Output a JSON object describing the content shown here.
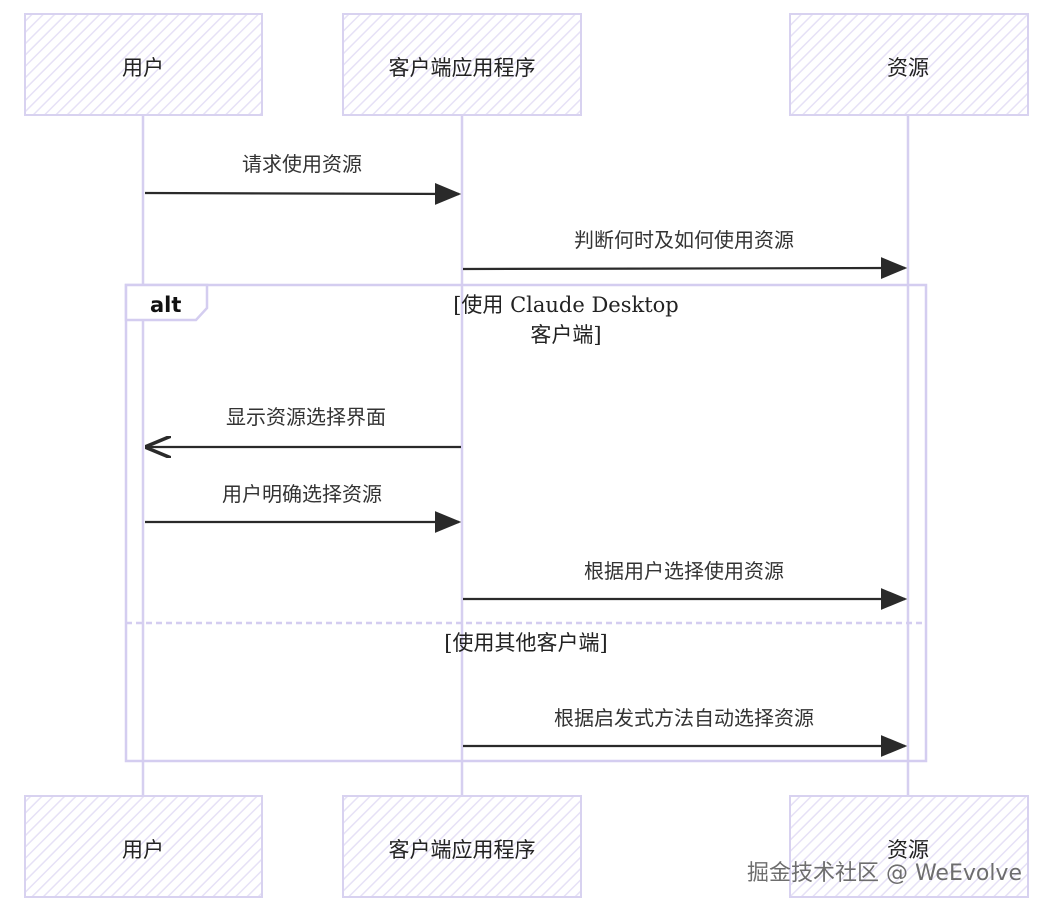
{
  "participants": {
    "user": "用户",
    "client": "客户端应用程序",
    "resource": "资源"
  },
  "messages": [
    {
      "label": "请求使用资源",
      "from": "user",
      "to": "client"
    },
    {
      "label": "判断何时及如何使用资源",
      "from": "client",
      "to": "resource"
    },
    {
      "label": "显示资源选择界面",
      "from": "client",
      "to": "user"
    },
    {
      "label": "用户明确选择资源",
      "from": "user",
      "to": "client"
    },
    {
      "label": "根据用户选择使用资源",
      "from": "client",
      "to": "resource"
    },
    {
      "label": "根据启发式方法自动选择资源",
      "from": "client",
      "to": "resource"
    }
  ],
  "alt_frame": {
    "operator": "alt",
    "guard1_line1": "[使用 Claude Desktop",
    "guard1_line2": "客户端]",
    "guard2": "[使用其他客户端]"
  },
  "watermark": "掘金技术社区 @ WeEvolve",
  "colors": {
    "lifeline": "#d6cff0",
    "box_stroke": "#d8d2f0",
    "hatch": "#e6e1f6",
    "arrow": "#2a2a2a"
  }
}
